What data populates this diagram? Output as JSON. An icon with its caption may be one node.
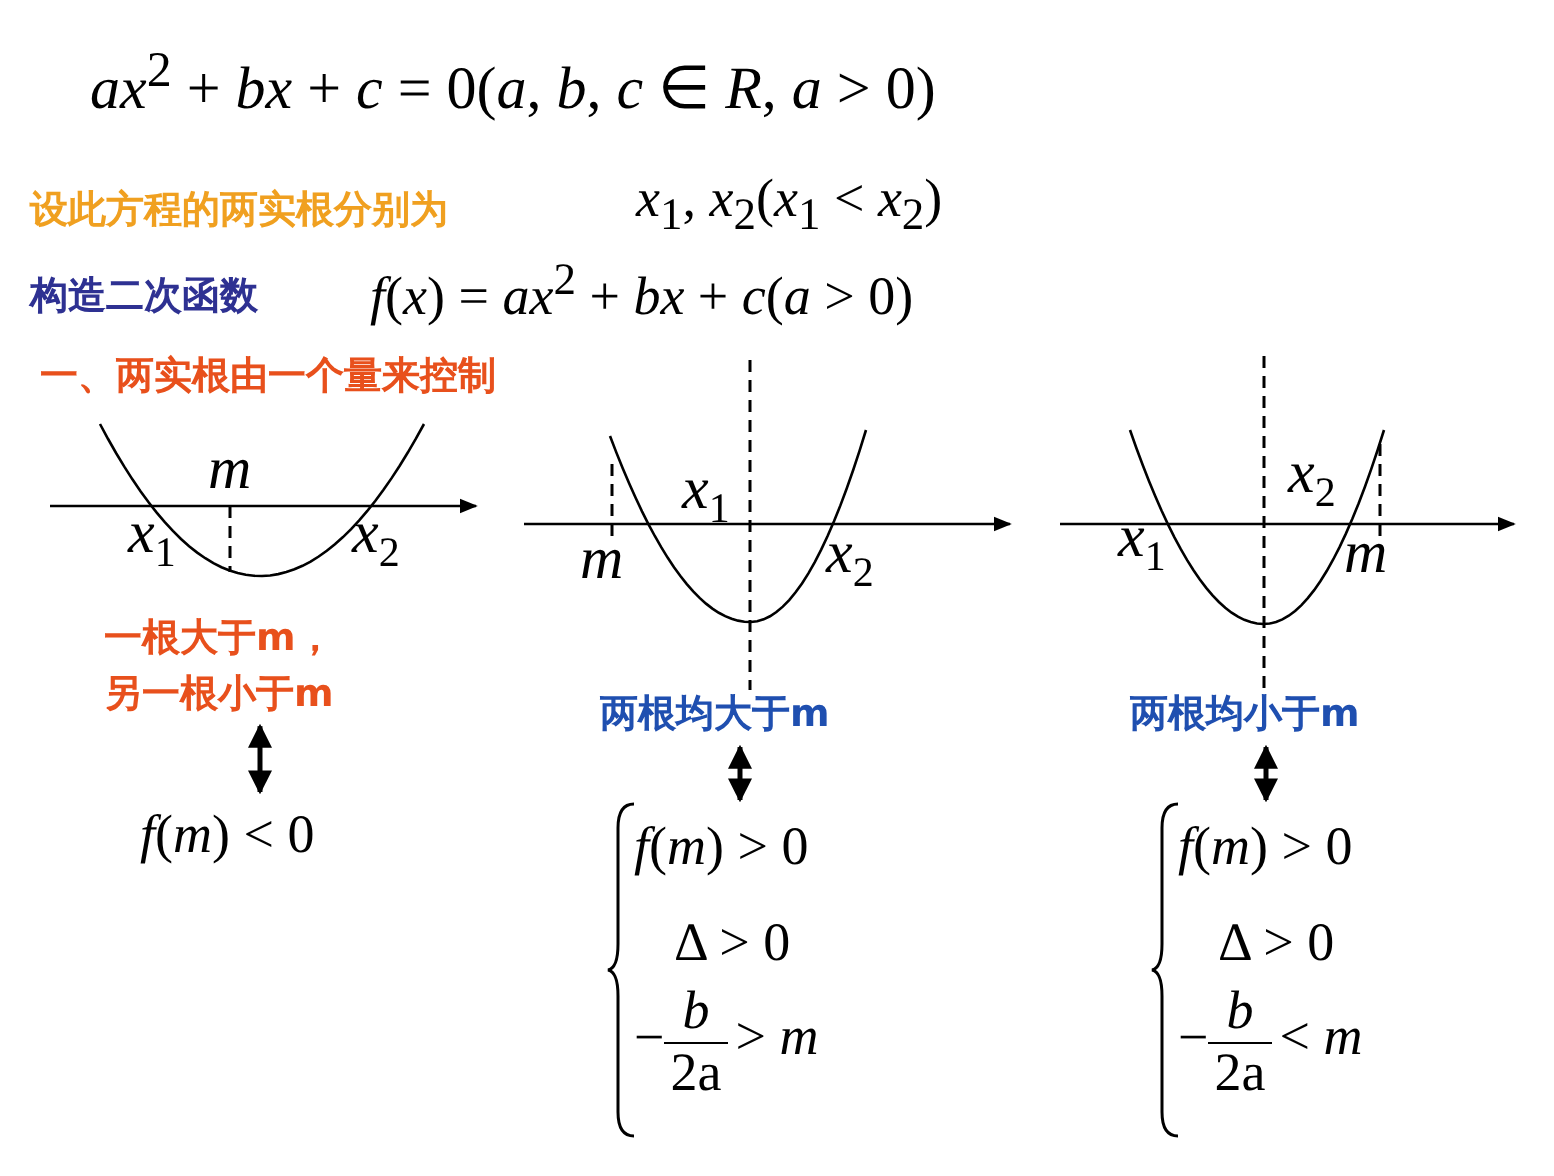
{
  "diagram": {
    "nodes": [
      {
        "text": [
          "一根大于m，另一根小于m"
        ]
      },
      {
        "text": [
          "*f*(*m*) < 0"
        ]
      },
      {
        "text": [
          "两根均大于m"
        ]
      },
      {
        "text": [
          "*f*(*m*) > 0",
          "Δ > 0",
          "−",
          "*b*",
          "2a",
          "> *m*"
        ]
      },
      {
        "text": [
          "两根均小于m"
        ]
      },
      {
        "text": [
          "*f*(*m*) > 0",
          "Δ > 0",
          "−",
          "*b*",
          "2a",
          "< *m*"
        ]
      }
    ],
    "edges": [
      {
        "from": 0,
        "to": 1,
        "arrow": "both"
      },
      {
        "from": 2,
        "to": 3,
        "arrow": "both"
      },
      {
        "from": 4,
        "to": 5,
        "arrow": "both"
      }
    ],
    "labels": [
      "*ax*$^{2}$ + *bx* + *c* = 0(*a*, *b*, *c* ∈ *R*, *a* > 0)",
      "设此方程的两实根分别为",
      "*x*$_{1}$, *x*$_{2}$(*x*$_{1}$ < *x*$_{2}$)",
      "构造二次函数",
      "*f*(*x*) = *ax*$^{2}$ + *bx* + *c*(*a* > 0)",
      "一、两实根由一个量来控制",
      "m",
      "x$_{1}$",
      "x$_{2}$",
      "x$_{1}$",
      "m",
      "x$_{2}$",
      "x$_{2}$",
      "x$_{1}$",
      "m"
    ]
  }
}
